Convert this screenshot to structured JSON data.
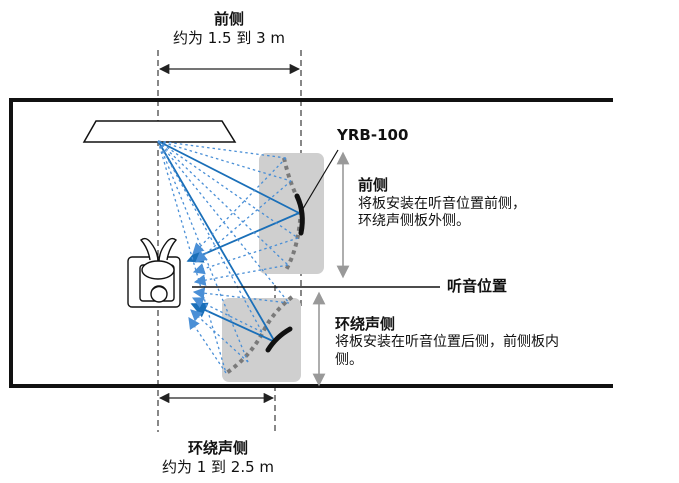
{
  "front": {
    "heading": "前侧",
    "distance": "约为 1.5 到 3 m"
  },
  "surround": {
    "heading": "环绕声侧",
    "distance": "约为 1 到 2.5 m"
  },
  "model": "YRB-100",
  "front_note": {
    "title": "前侧",
    "line1": "将板安装在听音位置前侧，",
    "line2": "环绕声侧板外侧。"
  },
  "listening_position": "听音位置",
  "surround_note": {
    "title": "环绕声侧",
    "line1": "将板安装在听音位置后侧，前侧板内",
    "line2": "侧。"
  },
  "colors": {
    "direct_path": "#1a6fb8",
    "reflected_path": "#4a8fd6",
    "panel_zone": "#cfcfcf",
    "panel": "#111111",
    "panel_dotted": "#7a7a7a"
  },
  "icons": {
    "tv": "tv-soundbar-icon",
    "listener": "listener-chair-icon"
  }
}
